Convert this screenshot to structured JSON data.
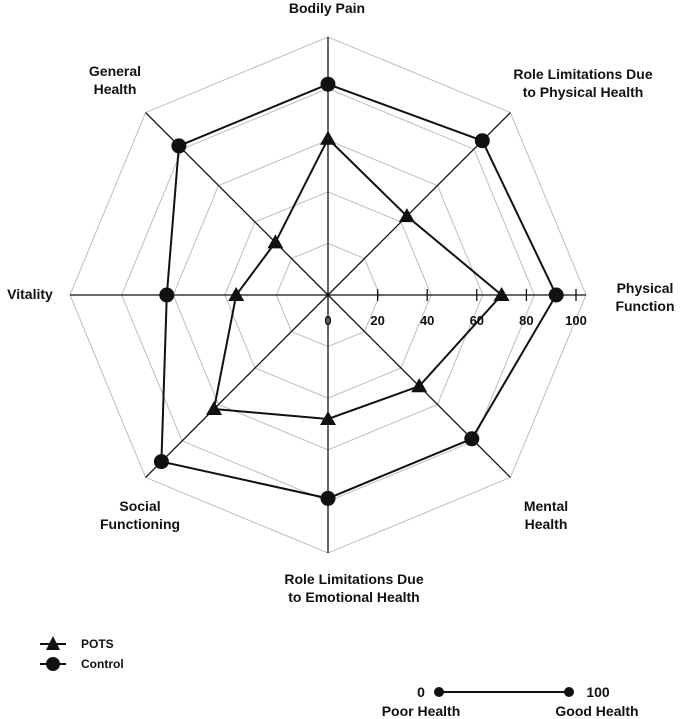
{
  "chart_data": {
    "type": "radar",
    "axes": [
      {
        "label_lines": [
          "Physical",
          "Function"
        ]
      },
      {
        "label_lines": [
          "Role Limitations Due",
          "to Physical Health"
        ]
      },
      {
        "label_lines": [
          "Bodily Pain"
        ]
      },
      {
        "label_lines": [
          "General",
          "Health"
        ]
      },
      {
        "label_lines": [
          "Vitality"
        ]
      },
      {
        "label_lines": [
          "Social",
          "Functioning"
        ]
      },
      {
        "label_lines": [
          "Role Limitations Due",
          "to Emotional Health"
        ]
      },
      {
        "label_lines": [
          "Mental",
          "Health"
        ]
      }
    ],
    "range": [
      0,
      100
    ],
    "ticks": [
      0,
      20,
      40,
      60,
      80,
      100
    ],
    "tick_labels": [
      "0",
      "20",
      "40",
      "60",
      "80",
      "100"
    ],
    "series": [
      {
        "name": "POTS",
        "marker": "triangle",
        "values": [
          70,
          45,
          63,
          30,
          37,
          65,
          50,
          52
        ]
      },
      {
        "name": "Control",
        "marker": "circle",
        "values": [
          92,
          88,
          85,
          85,
          65,
          95,
          82,
          82
        ]
      }
    ],
    "legend_position": "bottom-left",
    "grid": true,
    "scale_legend": {
      "low_value": "0",
      "high_value": "100",
      "low_label": "Poor Health",
      "high_label": "Good Health"
    }
  }
}
